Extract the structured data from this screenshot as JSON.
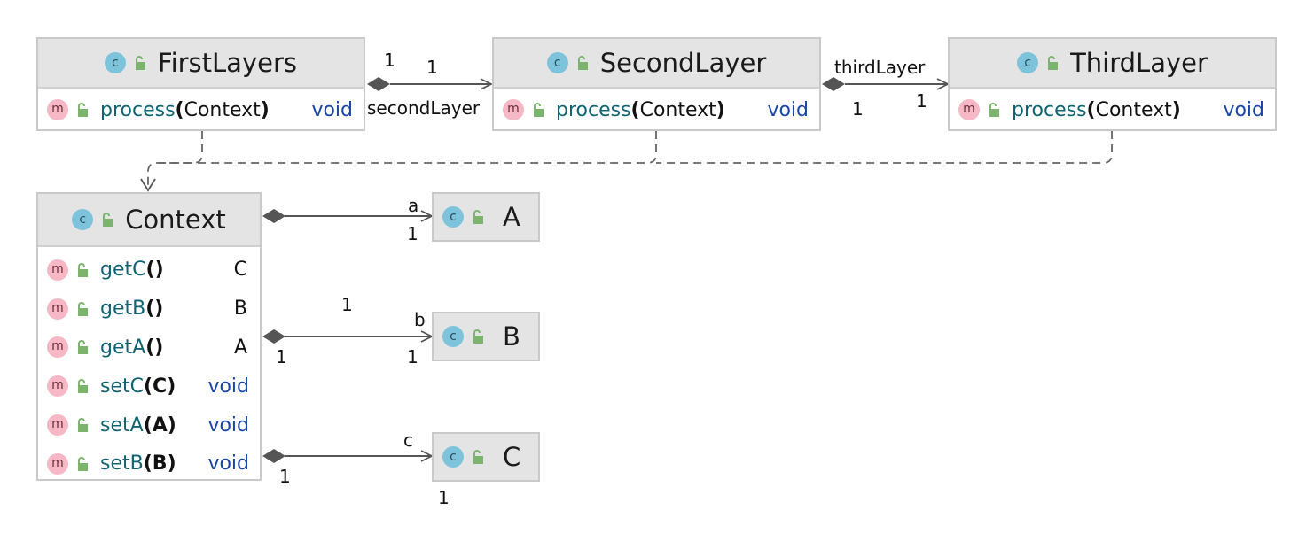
{
  "classes": {
    "first_layers": {
      "name": "FirstLayers",
      "method": {
        "name": "process",
        "open": "(",
        "param": "Context",
        "close": ")",
        "returns": "void"
      }
    },
    "second_layer": {
      "name": "SecondLayer",
      "method": {
        "name": "process",
        "open": "(",
        "param": "Context",
        "close": ")",
        "returns": "void"
      }
    },
    "third_layer": {
      "name": "ThirdLayer",
      "method": {
        "name": "process",
        "open": "(",
        "param": "Context",
        "close": ")",
        "returns": "void"
      }
    },
    "context": {
      "name": "Context",
      "methods": [
        {
          "name": "getC",
          "open": "(",
          "param": "",
          "close": ")",
          "returns": "C"
        },
        {
          "name": "getB",
          "open": "(",
          "param": "",
          "close": ")",
          "returns": "B"
        },
        {
          "name": "getA",
          "open": "(",
          "param": "",
          "close": ")",
          "returns": "A"
        },
        {
          "name": "setC",
          "open": "(",
          "param": "C",
          "close": ")",
          "returns": "void"
        },
        {
          "name": "setA",
          "open": "(",
          "param": "A",
          "close": ")",
          "returns": "void"
        },
        {
          "name": "setB",
          "open": "(",
          "param": "B",
          "close": ")",
          "returns": "void"
        }
      ]
    },
    "a": {
      "name": "A"
    },
    "b": {
      "name": "B"
    },
    "c": {
      "name": "C"
    }
  },
  "icons": {
    "class_letter": "c",
    "method_letter": "m"
  },
  "edges": {
    "first_to_second": {
      "role": "secondLayer",
      "mult_source": "1",
      "mult_target": "1"
    },
    "second_to_third": {
      "role": "thirdLayer",
      "mult_source": "1",
      "mult_target": "1"
    },
    "context_to_a": {
      "role": "a",
      "mult_target": "1"
    },
    "context_to_b": {
      "role": "b",
      "mult_source": "1",
      "mult_target": "1",
      "mult_extra": "1"
    },
    "context_to_c": {
      "role": "c",
      "mult_source": "1",
      "mult_target": "1"
    }
  },
  "colors": {
    "header_bg": "#e4e4e4",
    "class_icon": "#7ec3dc",
    "method_icon": "#f5b8c4",
    "method_name": "#0f6473",
    "void_type": "#1846a8",
    "edge": "#555555"
  }
}
